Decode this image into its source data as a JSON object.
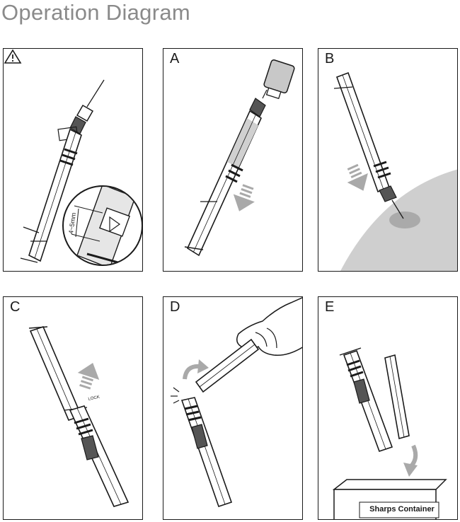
{
  "title": "Operation Diagram",
  "panels": [
    {
      "label": "",
      "icon": "warning-triangle-icon"
    },
    {
      "label": "A"
    },
    {
      "label": "B"
    },
    {
      "label": "C"
    },
    {
      "label": "D"
    },
    {
      "label": "E"
    }
  ],
  "annotations": {
    "measure": "4~5mm",
    "lock": "LOCK",
    "sharps_container": "Sharps Container"
  },
  "colors": {
    "outline": "#1a1a1a",
    "gray_fill": "#c8c8c8",
    "arrow_fill": "#a9a9a9",
    "title": "#8a8a8a"
  }
}
